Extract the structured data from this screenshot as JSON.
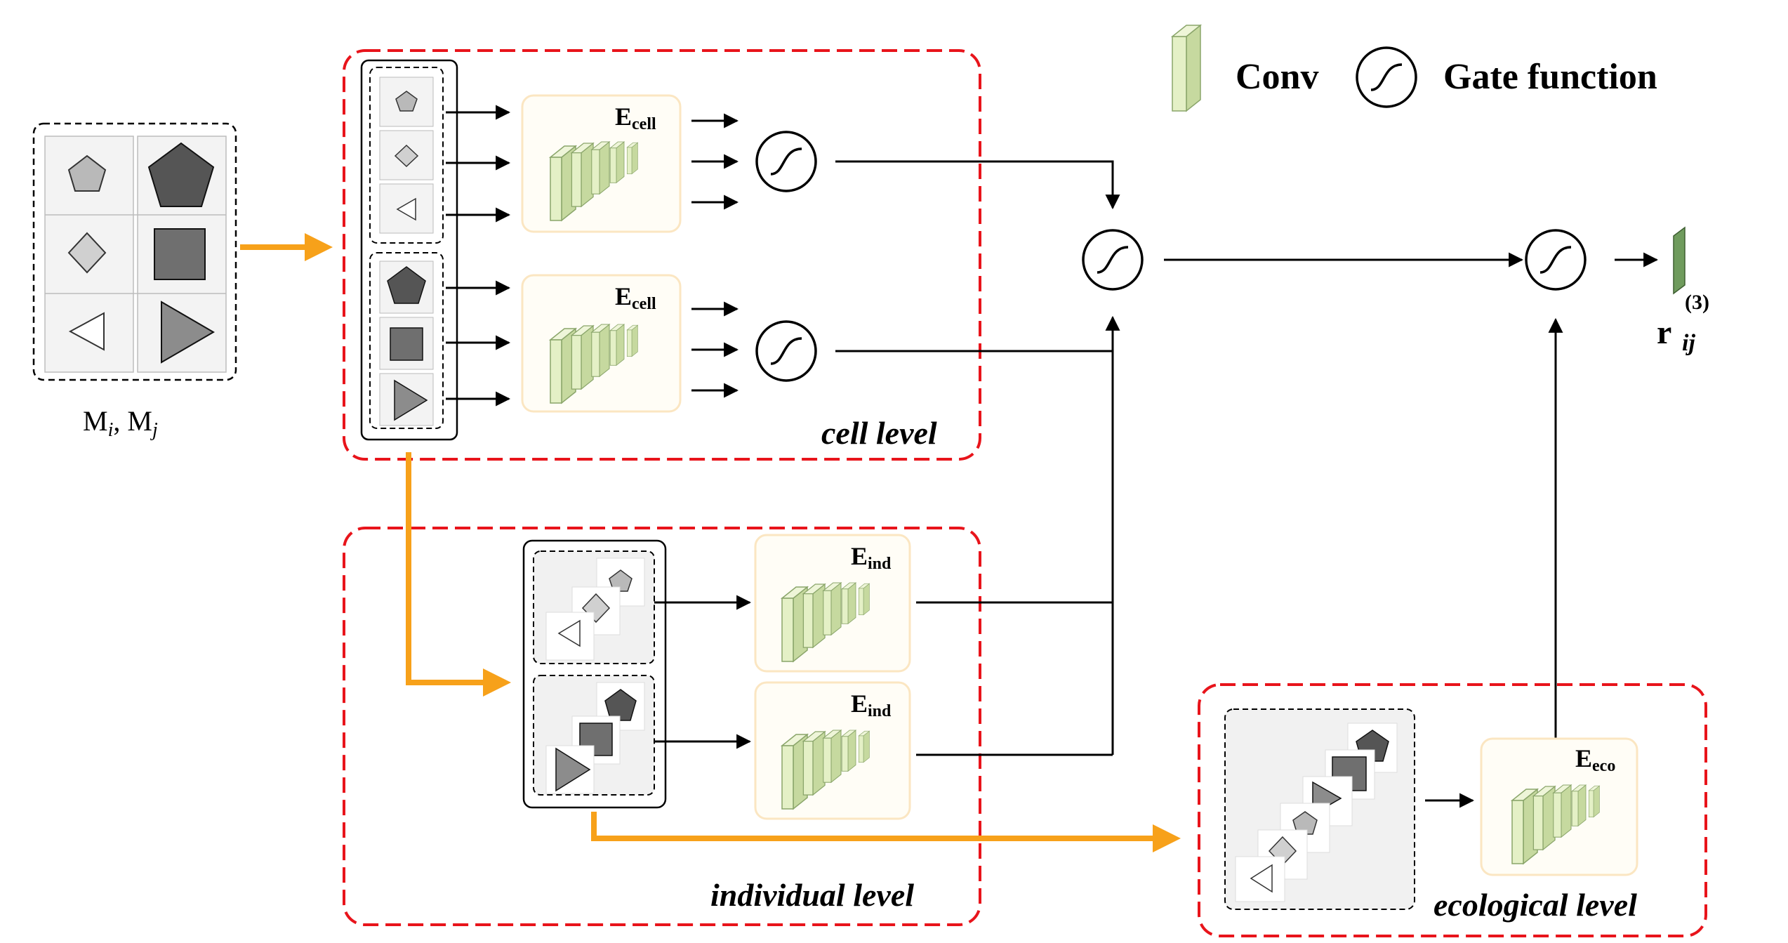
{
  "legend": {
    "conv_label": "Conv",
    "gate_label": "Gate function"
  },
  "inputs": {
    "label_main": "M",
    "sub_i": "i",
    "sep": ", ",
    "sub_j": "j"
  },
  "encoders": {
    "cell_name": "E",
    "cell_sub": "cell",
    "ind_name": "E",
    "ind_sub": "ind",
    "eco_name": "E",
    "eco_sub": "eco"
  },
  "levels": {
    "cell": "cell level",
    "individual": "individual level",
    "ecological": "ecological level"
  },
  "output": {
    "base": "r",
    "superscript": "(3)",
    "subscript": "ij"
  },
  "colors": {
    "level_border": "#e8141b",
    "flow_arrow": "#f7a11a",
    "conv_fill": "#e2efc4",
    "encoder_border": "#fbe6c2",
    "output_conv": "#6f9b5d"
  }
}
